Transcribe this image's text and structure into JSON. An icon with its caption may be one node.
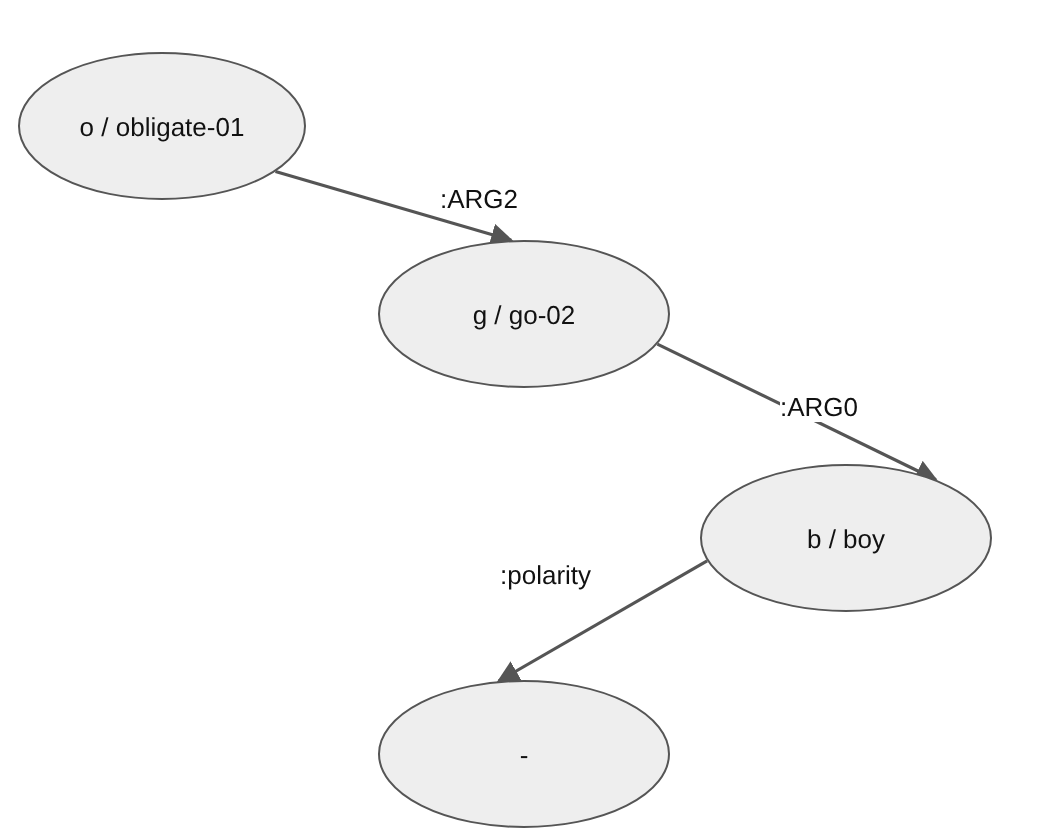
{
  "diagram": {
    "nodes": [
      {
        "text": [
          "o / obligate-01"
        ]
      },
      {
        "text": [
          "g / go-02"
        ]
      },
      {
        "text": [
          "b / boy"
        ]
      },
      {
        "text": [
          "-"
        ]
      }
    ],
    "edges": [
      {
        "from": 0,
        "to": 1,
        "arrow": "to",
        "label": ":ARG2"
      },
      {
        "from": 1,
        "to": 2,
        "arrow": "to",
        "label": ":ARG0"
      },
      {
        "from": 2,
        "to": 3,
        "arrow": "to",
        "label": ":polarity"
      }
    ]
  }
}
